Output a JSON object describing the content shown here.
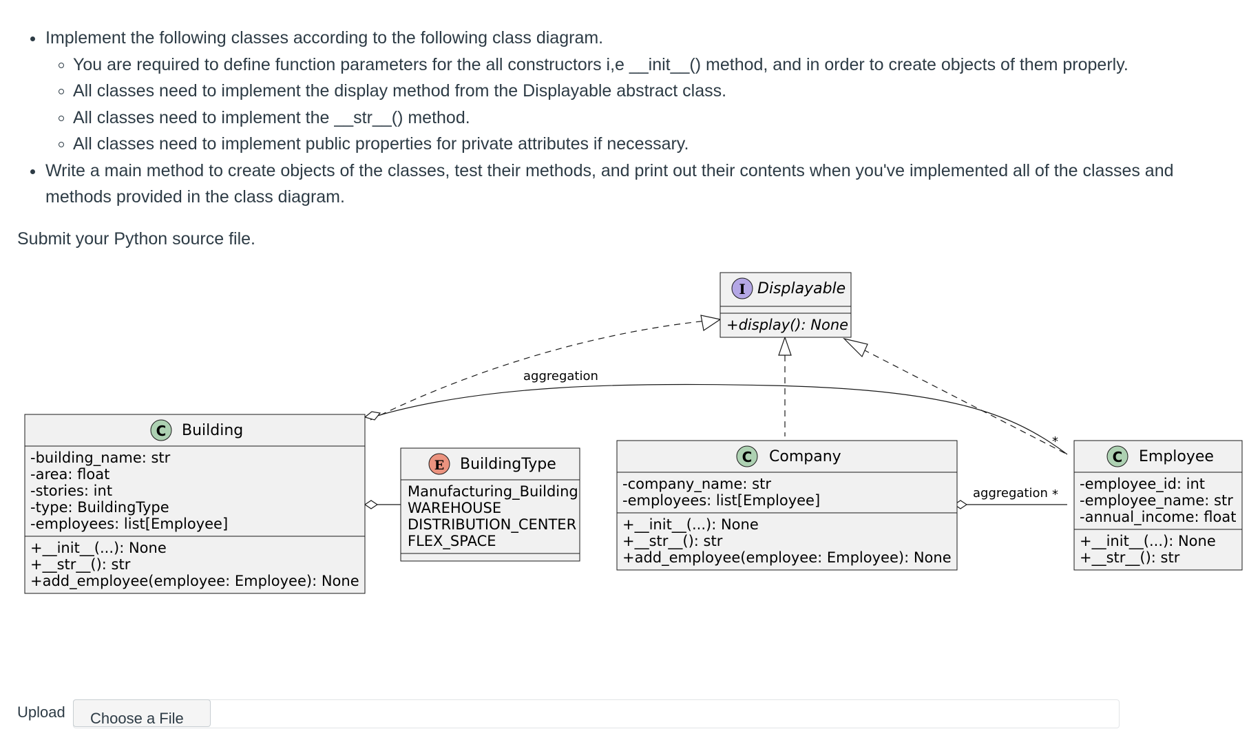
{
  "instructions": {
    "items": [
      {
        "text": "Implement the following classes according to the following class diagram.",
        "subitems": [
          "You are required to define function parameters for the all constructors i,e __init__() method, and in order to create objects of them properly.",
          "All classes need to implement the display method from the Displayable abstract class.",
          "All classes need to implement the __str__() method.",
          "All classes need to implement public properties for private attributes if necessary."
        ]
      },
      {
        "text": "Write a main method to create objects of the classes, test their methods, and print out their contents when you've implemented all of the classes and methods provided in the class diagram."
      }
    ],
    "submit": "Submit your Python source file."
  },
  "diagram": {
    "displayable": {
      "stereotype": "I",
      "name": "Displayable",
      "methods": [
        "+display(): None"
      ]
    },
    "building": {
      "stereotype": "C",
      "name": "Building",
      "attributes": [
        "-building_name: str",
        "-area: float",
        "-stories: int",
        "-type: BuildingType",
        "-employees: list[Employee]"
      ],
      "methods": [
        "+__init__(...): None",
        "+__str__(): str",
        "+add_employee(employee: Employee): None"
      ]
    },
    "building_type": {
      "stereotype": "E",
      "name": "BuildingType",
      "values": [
        "Manufacturing_Building",
        "WAREHOUSE",
        "DISTRIBUTION_CENTER",
        "FLEX_SPACE"
      ]
    },
    "company": {
      "stereotype": "C",
      "name": "Company",
      "attributes": [
        "-company_name: str",
        "-employees: list[Employee]"
      ],
      "methods": [
        "+__init__(...): None",
        "+__str__(): str",
        "+add_employee(employee: Employee): None"
      ]
    },
    "employee": {
      "stereotype": "C",
      "name": "Employee",
      "attributes": [
        "-employee_id: int",
        "-employee_name: str",
        "-annual_income: float"
      ],
      "methods": [
        "+__init__(...): None",
        "+__str__(): str"
      ]
    },
    "labels": {
      "aggregation_top": "aggregation",
      "aggregation_right": "aggregation",
      "multiplicity_right": "*",
      "multiplicity_top": "*"
    },
    "colors": {
      "class_circle": "#add1b2",
      "interface_circle": "#b4a7e5",
      "enum_circle": "#eb937f",
      "box_fill": "#f1f1f1",
      "line": "#181818"
    }
  },
  "upload": {
    "label": "Upload",
    "button": "Choose a File"
  }
}
